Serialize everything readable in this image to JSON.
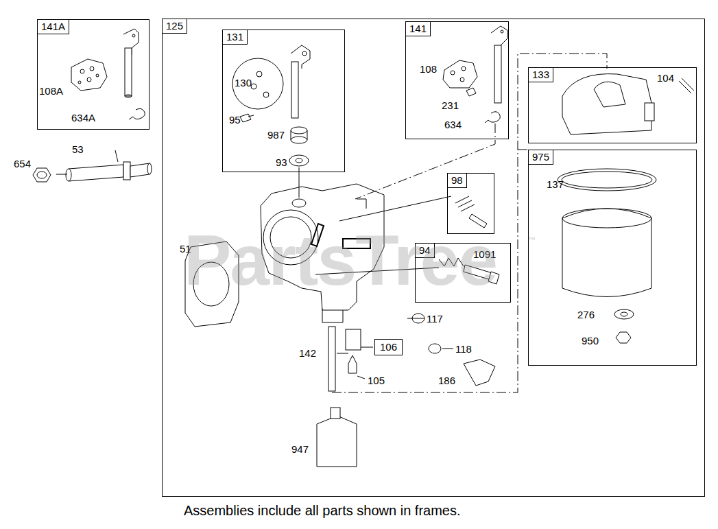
{
  "diagram": {
    "caption": "Assemblies include all parts shown in frames.",
    "nodes": [
      {
        "text": [
          "141A"
        ]
      },
      {
        "text": [
          "125"
        ]
      },
      {
        "text": [
          "131"
        ],
        "in": 1
      },
      {
        "text": [
          "141"
        ],
        "in": 1
      },
      {
        "text": [
          "133"
        ],
        "in": 1
      },
      {
        "text": [
          "975"
        ],
        "in": 1
      },
      {
        "text": [
          "98"
        ],
        "in": 1
      },
      {
        "text": [
          "94"
        ],
        "in": 1
      },
      {
        "text": [
          "106"
        ],
        "in": 1
      }
    ],
    "labels": [
      "108A",
      "634A",
      "654",
      "53",
      "130",
      "95",
      "987",
      "93",
      "108",
      "231",
      "634",
      "104",
      "137",
      "276",
      "950",
      "51",
      "1091",
      "117",
      "118",
      "142",
      "105",
      "186",
      "947",
      "PartsTree",
      "™"
    ]
  }
}
